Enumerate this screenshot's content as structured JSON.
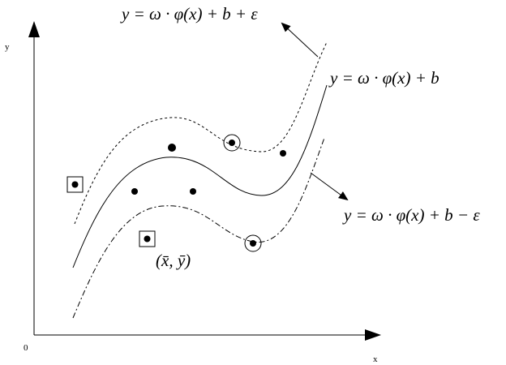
{
  "axes": {
    "x_label": "x",
    "y_label": "y",
    "origin_label": "0"
  },
  "equations": {
    "upper": "y = ω · φ(x) + b + ε",
    "middle": "y = ω · φ(x) + b",
    "lower": "y = ω · φ(x) + b − ε"
  },
  "point_label": "(x̄, ȳ)",
  "colors": {
    "ink": "#000000",
    "background": "#ffffff"
  }
}
